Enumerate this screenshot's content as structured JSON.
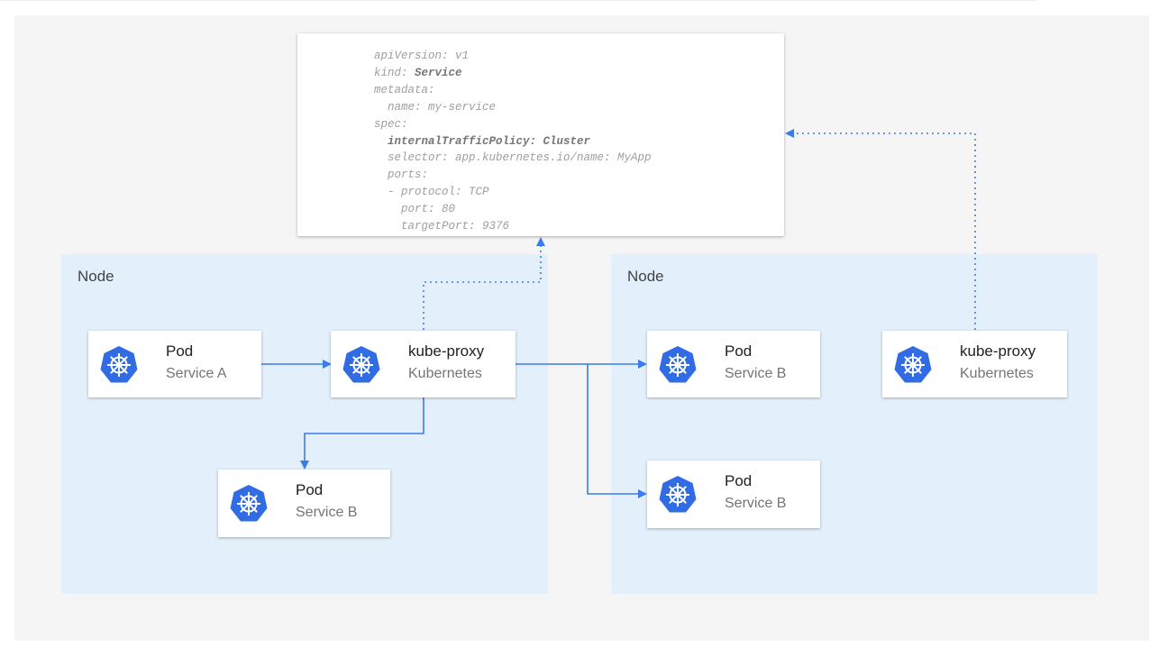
{
  "yaml": {
    "lines": [
      "apiVersion: v1",
      "kind: ",
      "Service",
      "metadata:",
      "  name: my-service",
      "spec:",
      "  internalTrafficPolicy: Cluster",
      "  selector: app.kubernetes.io/name: MyApp",
      "  ports:",
      "  - protocol: TCP",
      "    port: 80",
      "    targetPort: 9376"
    ]
  },
  "nodes": [
    {
      "label": "Node"
    },
    {
      "label": "Node"
    }
  ],
  "cards": {
    "pod_a": {
      "title": "Pod",
      "subtitle": "Service A"
    },
    "proxy_left": {
      "title": "kube-proxy",
      "subtitle": "Kubernetes"
    },
    "pod_b_left": {
      "title": "Pod",
      "subtitle": "Service B"
    },
    "pod_b_right1": {
      "title": "Pod",
      "subtitle": "Service B"
    },
    "pod_b_right2": {
      "title": "Pod",
      "subtitle": "Service B"
    },
    "proxy_right": {
      "title": "kube-proxy",
      "subtitle": "Kubernetes"
    }
  },
  "colors": {
    "arrow": "#3d7be8",
    "icon": "#326ce5",
    "node_bg": "#e3f0fc",
    "panel_bg": "#f5f5f5"
  }
}
